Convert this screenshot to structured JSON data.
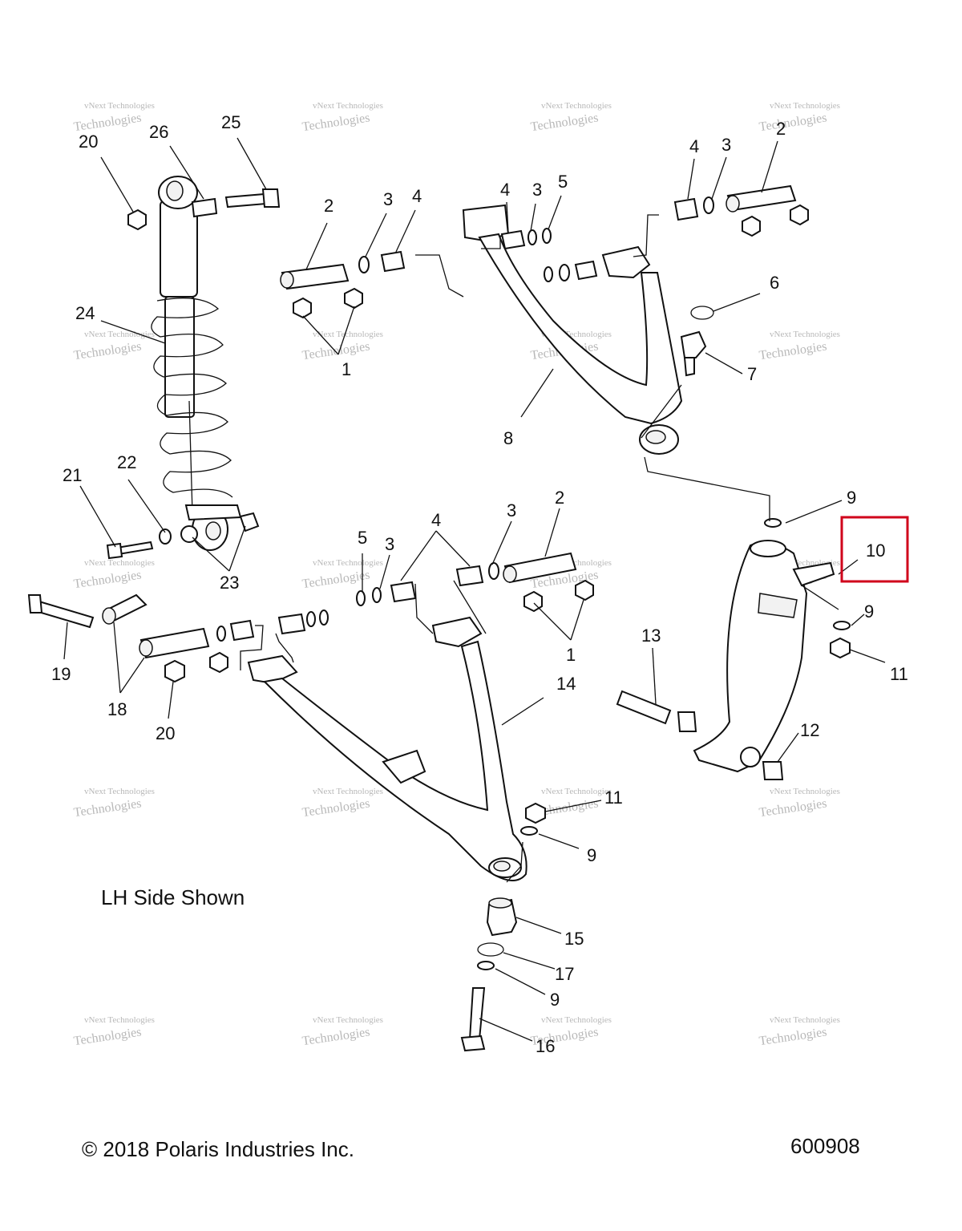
{
  "callouts": {
    "c20a": "20",
    "c26": "26",
    "c25": "25",
    "c24": "24",
    "c22": "22",
    "c21": "21",
    "c23": "23",
    "c2a": "2",
    "c3a": "3",
    "c4a": "4",
    "c1a": "1",
    "c4b": "4",
    "c3b": "3",
    "c5a": "5",
    "c4c": "4",
    "c3c": "3",
    "c2b": "2",
    "c6": "6",
    "c7": "7",
    "c8": "8",
    "c9a": "9",
    "c10": "10",
    "c9b": "9",
    "c11a": "11",
    "c13": "13",
    "c12": "12",
    "c5b": "5",
    "c3d": "3",
    "c4d": "4",
    "c3e": "3",
    "c2c": "2",
    "c1b": "1",
    "c19": "19",
    "c18": "18",
    "c20b": "20",
    "c14": "14",
    "c11b": "11",
    "c9c": "9",
    "c15": "15",
    "c17": "17",
    "c9d": "9",
    "c16": "16"
  },
  "side_note": "LH Side Shown",
  "copyright": "© 2018 Polaris Industries Inc.",
  "diagram_number": "600908",
  "watermark": {
    "line1": "vNext Technologies",
    "line2": "Technologies"
  },
  "highlight": {
    "color": "#d0021b",
    "part": "10"
  }
}
